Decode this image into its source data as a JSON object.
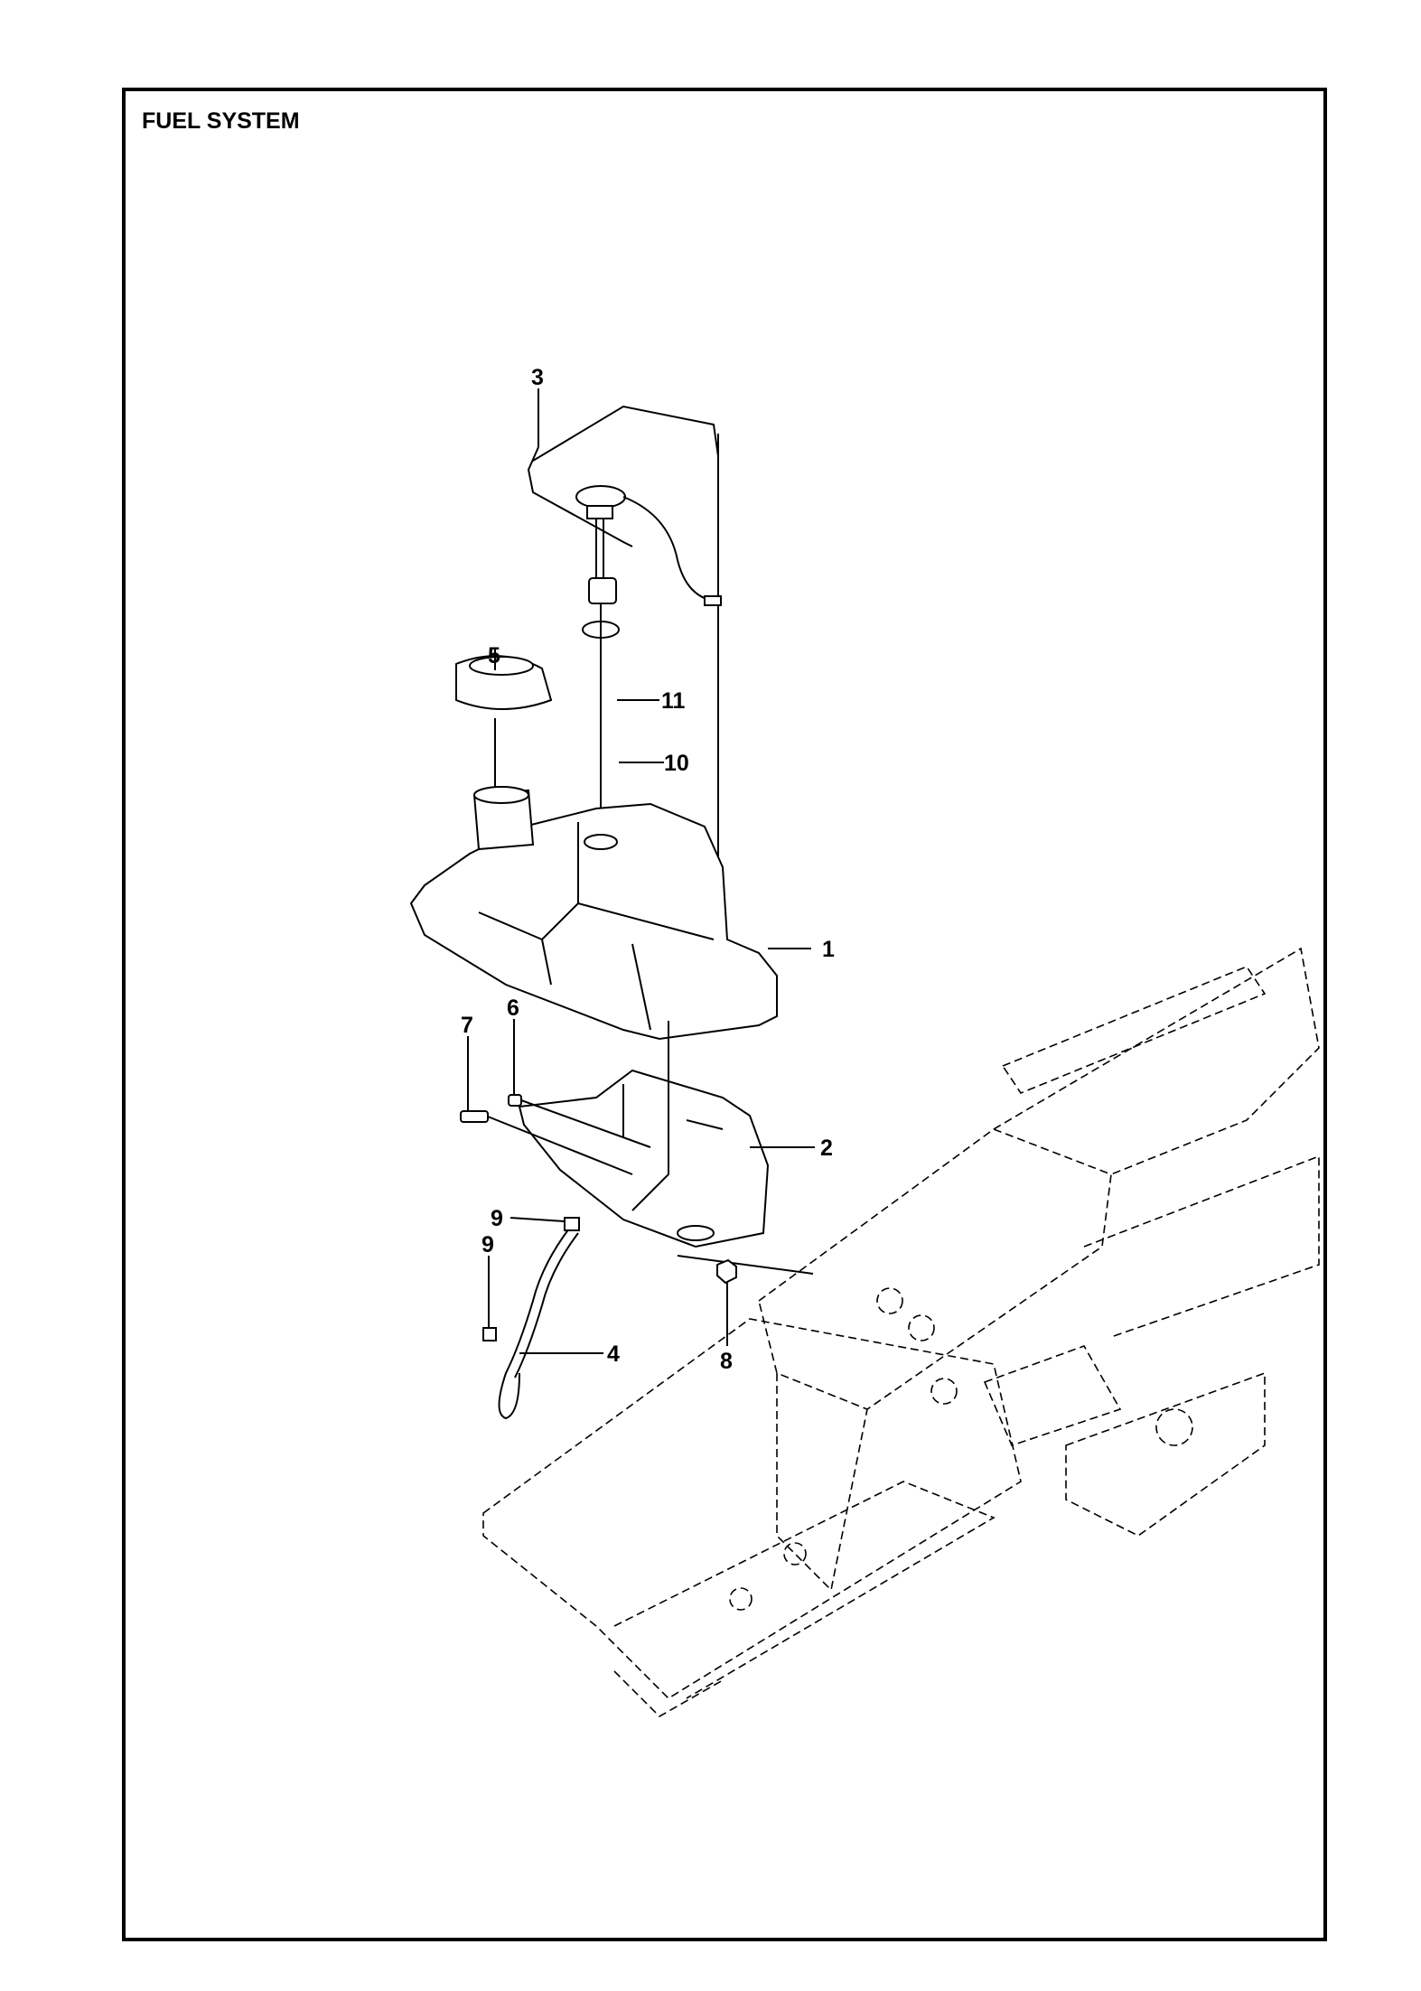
{
  "title": "FUEL SYSTEM",
  "callouts": [
    "1",
    "2",
    "3",
    "4",
    "5",
    "6",
    "7",
    "8",
    "9",
    "9",
    "10",
    "11"
  ]
}
